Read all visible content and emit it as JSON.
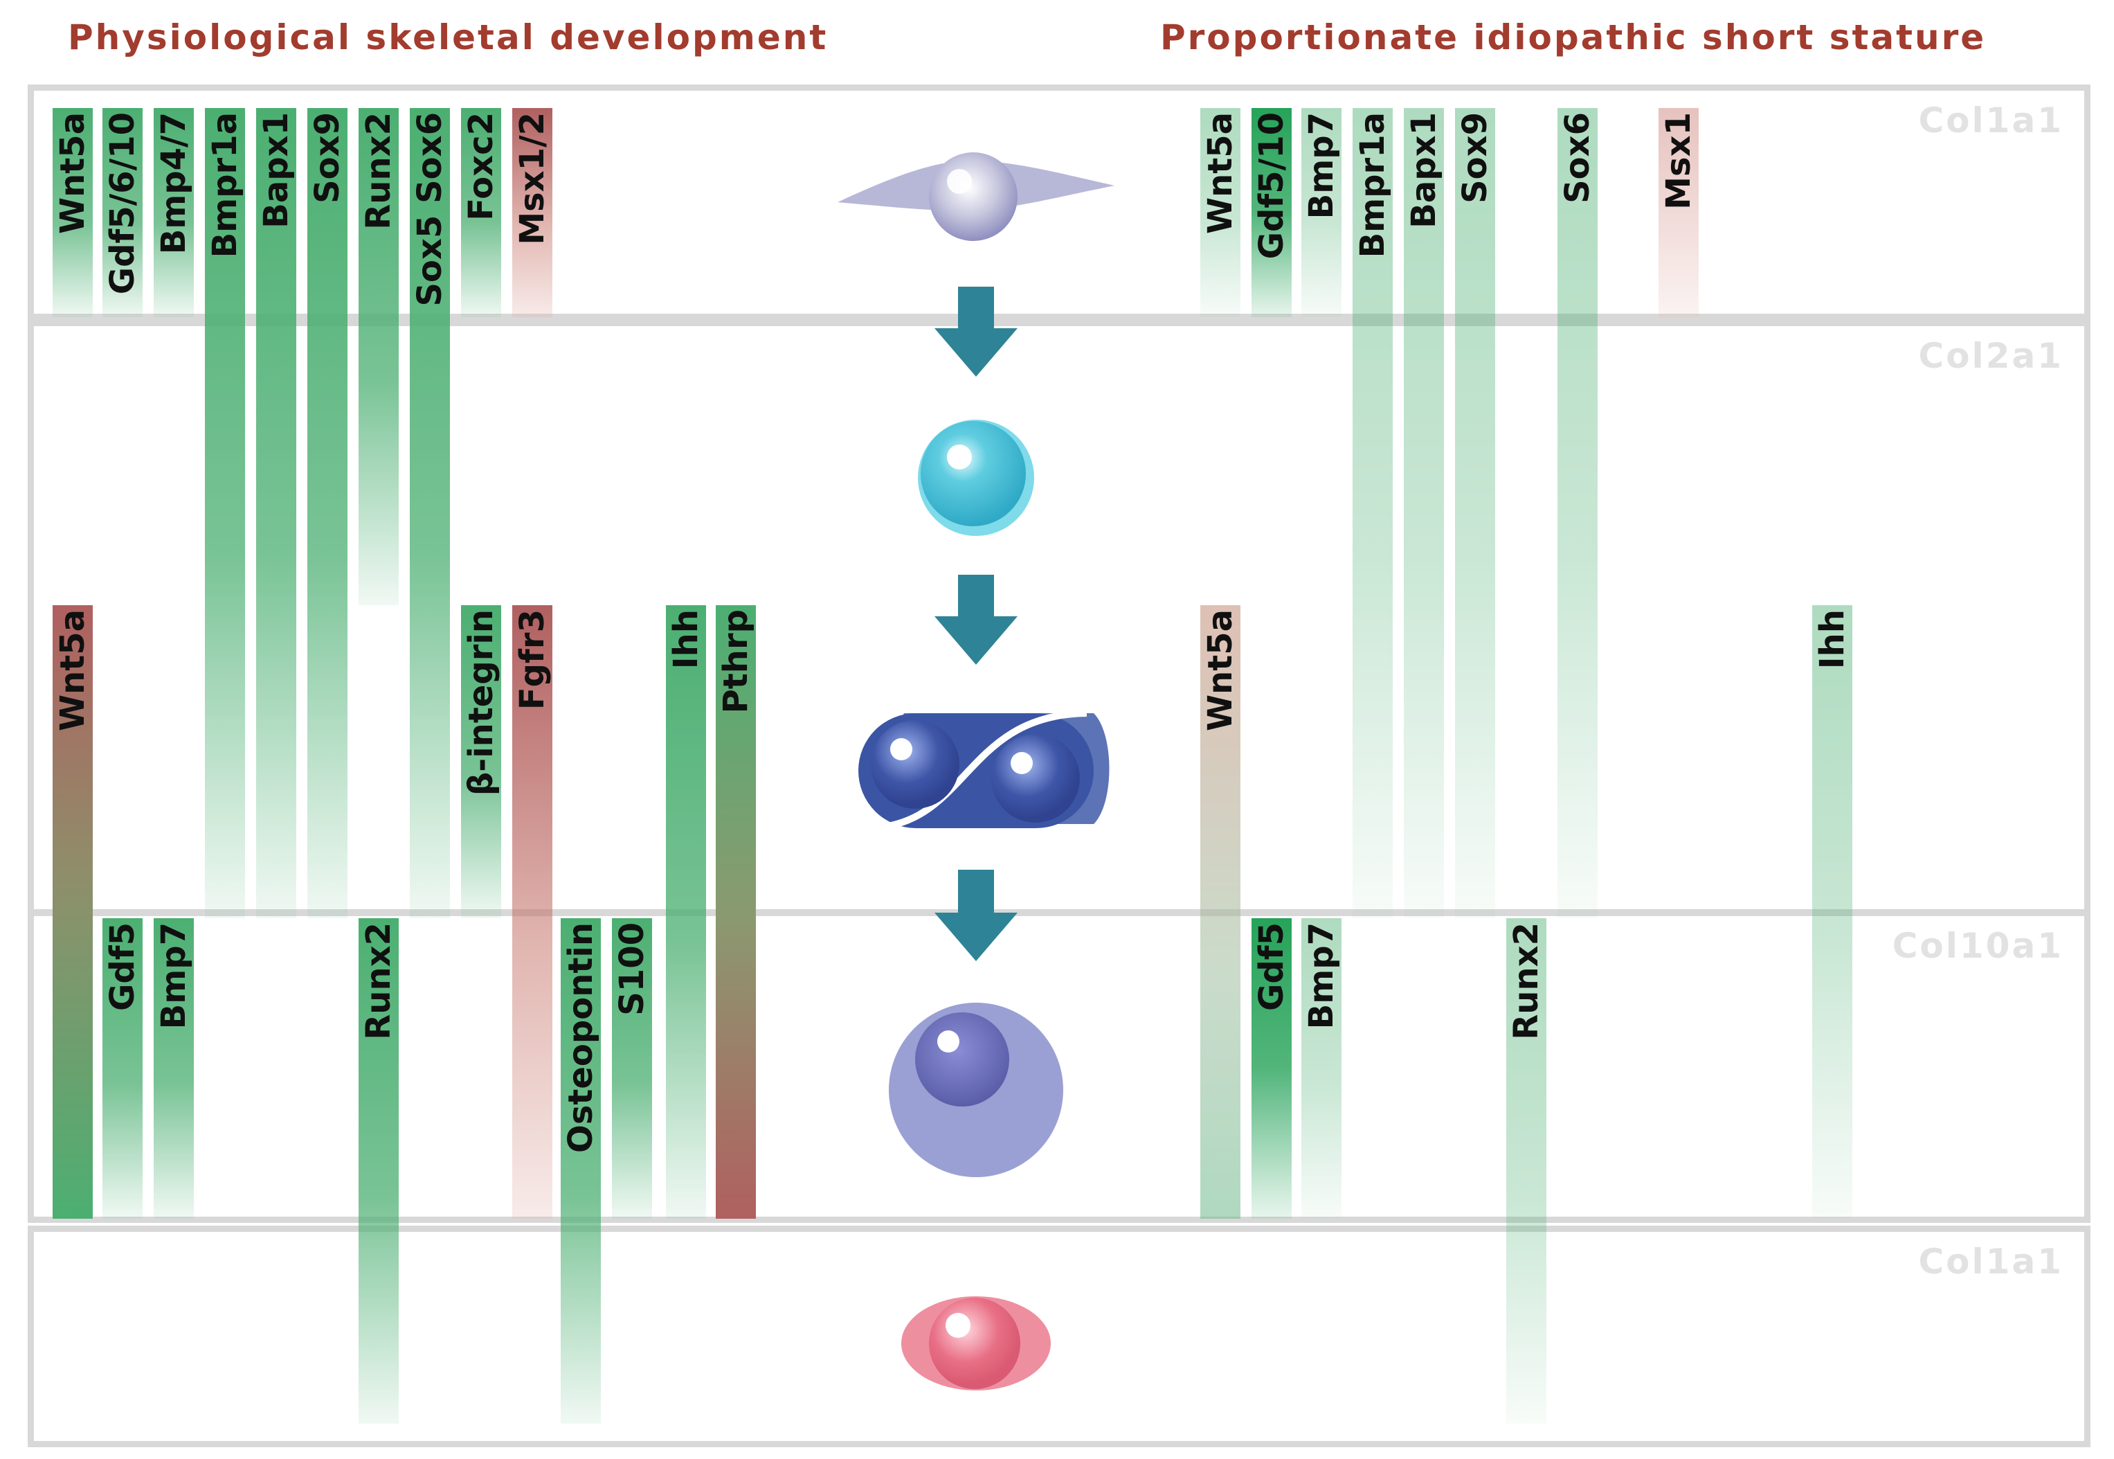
{
  "headings": {
    "left": "Physiological skeletal development",
    "right": "Proportionate idiopathic short stature"
  },
  "panels": [
    {
      "name": "panel-1",
      "marker": "Col1a1"
    },
    {
      "name": "panel-2",
      "marker": "Col2a1"
    },
    {
      "name": "panel-3",
      "marker": "Col10a1"
    },
    {
      "name": "panel-4",
      "marker": "Col1a1"
    }
  ],
  "colors": {
    "green": "#4caf72",
    "green_strong": "#27a35a",
    "green_faint": "#9fd8b6",
    "red": "#b06060",
    "red_faint": "#e2b0a8",
    "arrow": "#2e8496",
    "heading": "#a23c2e",
    "panel_border": "#d8d8d8"
  },
  "stages": [
    {
      "name": "mesenchymal-cell"
    },
    {
      "name": "chondroprogenitor-cell"
    },
    {
      "name": "proliferating-chondrocytes"
    },
    {
      "name": "hypertrophic-chondrocyte"
    },
    {
      "name": "osteoblast-cell"
    }
  ],
  "physiological": [
    {
      "label": "Wnt5a",
      "color": "green",
      "from": 0,
      "to": 1
    },
    {
      "label": "Gdf5/6/10",
      "color": "green",
      "from": 0,
      "to": 1
    },
    {
      "label": "Bmp4/7",
      "color": "green",
      "from": 0,
      "to": 1
    },
    {
      "label": "Bmpr1a",
      "color": "green",
      "from": 0,
      "to": 3
    },
    {
      "label": "Bapx1",
      "color": "green",
      "from": 0,
      "to": 3
    },
    {
      "label": "Sox9",
      "color": "green",
      "from": 0,
      "to": 3
    },
    {
      "label": "Runx2",
      "color": "green",
      "from": 0,
      "to": 2
    },
    {
      "label": "Sox5 Sox6",
      "color": "green",
      "from": 0,
      "to": 3
    },
    {
      "label": "Foxc2",
      "color": "green",
      "from": 0,
      "to": 1
    },
    {
      "label": "Msx1/2",
      "color": "red",
      "from": 0,
      "to": 1
    },
    {
      "label": "Wnt5a",
      "color": "red-green",
      "from": 2,
      "to": 4
    },
    {
      "label": "β-integrin",
      "color": "green",
      "from": 2,
      "to": 3
    },
    {
      "label": "Fgfr3",
      "color": "red",
      "from": 2,
      "to": 4
    },
    {
      "label": "Ihh",
      "color": "green",
      "from": 2,
      "to": 4
    },
    {
      "label": "Pthrp",
      "color": "green-red",
      "from": 2,
      "to": 4
    },
    {
      "label": "Gdf5",
      "color": "green",
      "from": 3,
      "to": 4
    },
    {
      "label": "Bmp7",
      "color": "green",
      "from": 3,
      "to": 4
    },
    {
      "label": "Runx2",
      "color": "green",
      "from": 3,
      "to": 5
    },
    {
      "label": "Osteopontin",
      "color": "green",
      "from": 3,
      "to": 5
    },
    {
      "label": "S100",
      "color": "green",
      "from": 3,
      "to": 4
    }
  ],
  "short_stature": [
    {
      "label": "Wnt5a",
      "color": "green-faint",
      "from": 0,
      "to": 1
    },
    {
      "label": "Gdf5/10",
      "color": "green-strong",
      "from": 0,
      "to": 1
    },
    {
      "label": "Bmp7",
      "color": "green-faint",
      "from": 0,
      "to": 1
    },
    {
      "label": "Bmpr1a",
      "color": "green-faint",
      "from": 0,
      "to": 3
    },
    {
      "label": "Bapx1",
      "color": "green-faint",
      "from": 0,
      "to": 3
    },
    {
      "label": "Sox9",
      "color": "green-faint",
      "from": 0,
      "to": 3
    },
    {
      "label": "Sox6",
      "color": "green-faint",
      "from": 0,
      "to": 3
    },
    {
      "label": "Msx1",
      "color": "red-faint",
      "from": 0,
      "to": 1
    },
    {
      "label": "Wnt5a",
      "color": "red-faint-green",
      "from": 2,
      "to": 4
    },
    {
      "label": "Ihh",
      "color": "green-faint",
      "from": 2,
      "to": 4
    },
    {
      "label": "Gdf5",
      "color": "green-strong",
      "from": 3,
      "to": 4
    },
    {
      "label": "Bmp7",
      "color": "green-faint",
      "from": 3,
      "to": 4
    },
    {
      "label": "Runx2",
      "color": "green-faint",
      "from": 3,
      "to": 5
    }
  ]
}
